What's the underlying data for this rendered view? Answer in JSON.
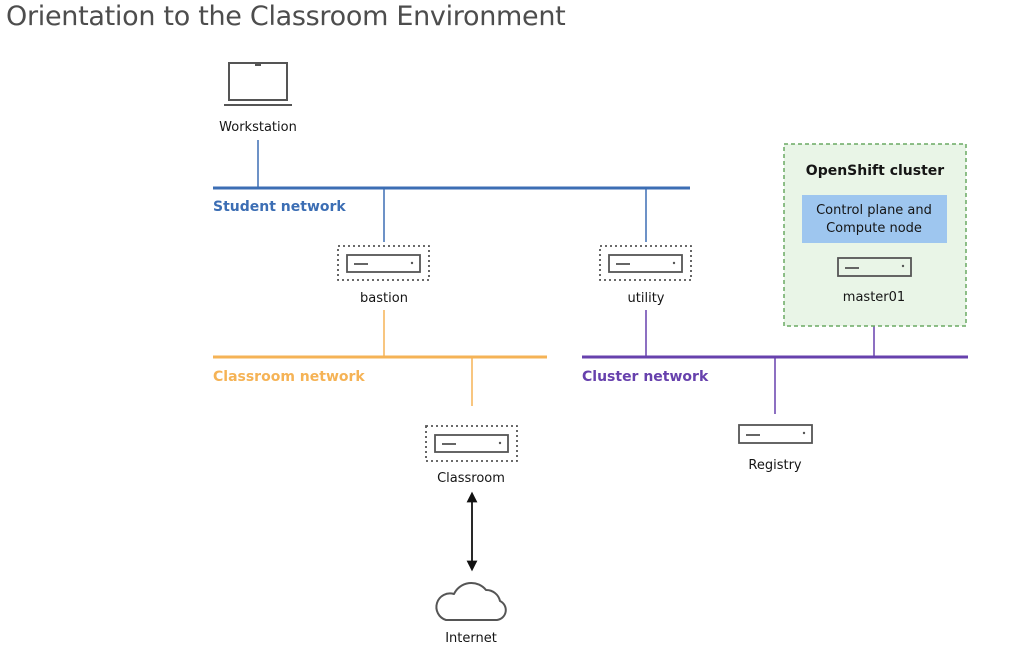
{
  "page": {
    "title": "Orientation to the Classroom Environment"
  },
  "colors": {
    "student": "#3c6eb4",
    "classroom": "#f5b356",
    "cluster": "#6741ad",
    "line": "#222222",
    "cluster_fill": "#e9f5e7",
    "cluster_border": "#6aaa64",
    "control_fill": "#9ec6ef"
  },
  "nodes": {
    "workstation": "Workstation",
    "bastion": "bastion",
    "utility": "utility",
    "classroom": "Classroom",
    "registry": "Registry",
    "master01": "master01",
    "internet": "Internet"
  },
  "networks": {
    "student": "Student network",
    "classroom": "Classroom network",
    "cluster": "Cluster network"
  },
  "cluster_box": {
    "title": "OpenShift cluster",
    "control_line1": "Control plane and",
    "control_line2": "Compute node"
  }
}
